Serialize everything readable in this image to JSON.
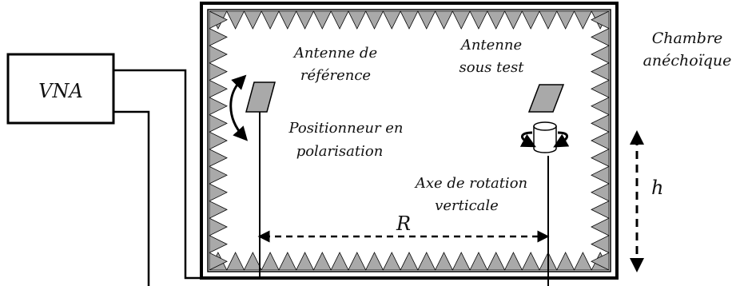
{
  "labels": {
    "vna": "VNA",
    "chamber_line1": "Chambre",
    "chamber_line2": "anéchoïque",
    "ref_antenna_line1": "Antenne de",
    "ref_antenna_line2": "référence",
    "aut_line1": "Antenne",
    "aut_line2": "sous test",
    "positioner_line1": "Positionneur en",
    "positioner_line2": "polarisation",
    "rotation_line1": "Axe de rotation",
    "rotation_line2": "verticale",
    "distance": "R",
    "height": "h"
  },
  "colors": {
    "absorber": "#a9a9a9",
    "antenna": "#a9a9a9",
    "line": "#000000"
  }
}
